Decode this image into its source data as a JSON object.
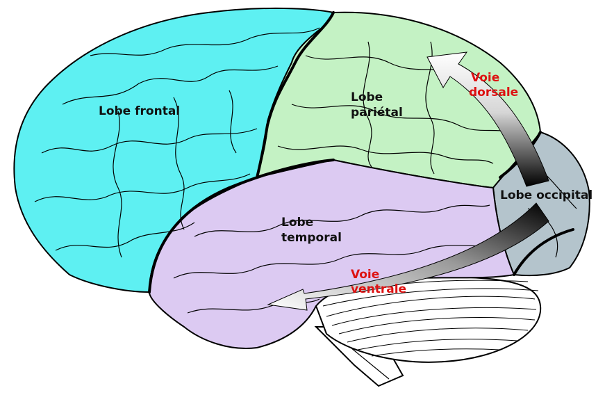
{
  "labels": {
    "frontal": "Lobe frontal",
    "parietal_1": "Lobe",
    "parietal_2": "pariétal",
    "temporal_1": "Lobe",
    "temporal_2": "temporal",
    "occipital": "Lobe occipital",
    "dorsal_1": "Voie",
    "dorsal_2": "dorsale",
    "ventral_1": "Voie",
    "ventral_2": "ventrale"
  },
  "colors": {
    "frontal": "#5ef0f2",
    "parietal": "#c4f2c4",
    "temporal": "#dccaf2",
    "occipital": "#b4c4cc",
    "cerebellum": "#ffffff",
    "outline": "#000000",
    "pathway_text": "#dd1111"
  }
}
